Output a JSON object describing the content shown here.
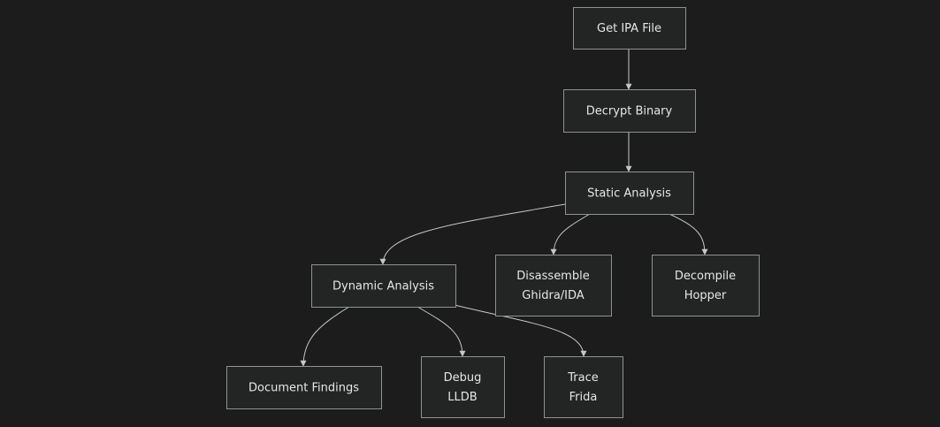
{
  "colors": {
    "background": "#1c1c1c",
    "node_fill": "#232525",
    "node_border": "#8f9292",
    "edge": "#c7c7c7",
    "text": "#e6e6e6"
  },
  "nodes": [
    {
      "id": "get-ipa-file",
      "lines": [
        "Get IPA File"
      ]
    },
    {
      "id": "decrypt-binary",
      "lines": [
        "Decrypt Binary"
      ]
    },
    {
      "id": "static-analysis",
      "lines": [
        "Static Analysis"
      ]
    },
    {
      "id": "dynamic-analysis",
      "lines": [
        "Dynamic Analysis"
      ]
    },
    {
      "id": "disassemble",
      "lines": [
        "Disassemble",
        "Ghidra/IDA"
      ]
    },
    {
      "id": "decompile",
      "lines": [
        "Decompile",
        "Hopper"
      ]
    },
    {
      "id": "document-findings",
      "lines": [
        "Document Findings"
      ]
    },
    {
      "id": "debug",
      "lines": [
        "Debug",
        "LLDB"
      ]
    },
    {
      "id": "trace",
      "lines": [
        "Trace",
        "Frida"
      ]
    }
  ],
  "edges": [
    {
      "from": "get-ipa-file",
      "to": "decrypt-binary"
    },
    {
      "from": "decrypt-binary",
      "to": "static-analysis"
    },
    {
      "from": "static-analysis",
      "to": "dynamic-analysis"
    },
    {
      "from": "static-analysis",
      "to": "disassemble"
    },
    {
      "from": "static-analysis",
      "to": "decompile"
    },
    {
      "from": "dynamic-analysis",
      "to": "document-findings"
    },
    {
      "from": "dynamic-analysis",
      "to": "debug"
    },
    {
      "from": "dynamic-analysis",
      "to": "trace"
    }
  ]
}
